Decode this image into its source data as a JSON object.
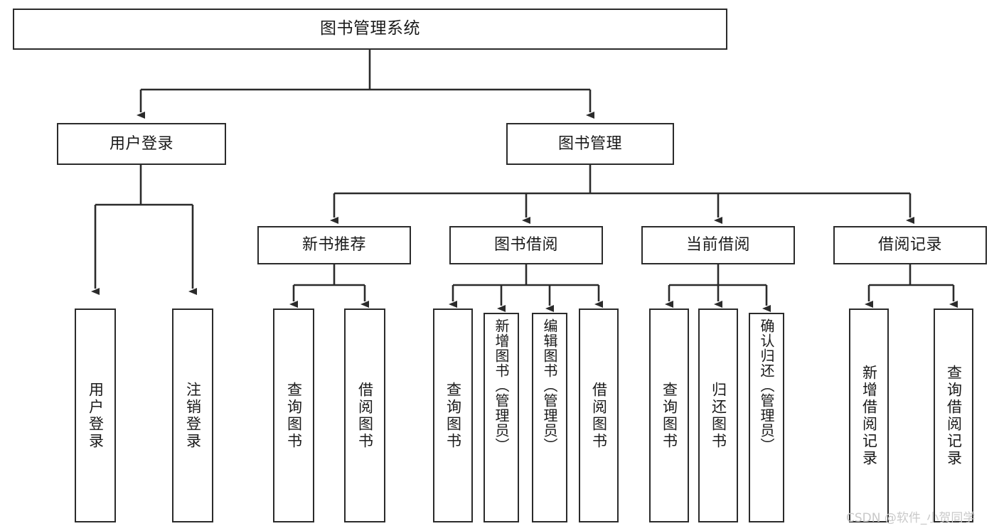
{
  "diagram": {
    "title": "图书管理系统",
    "type": "tree-hierarchy-diagram",
    "colors": {
      "background": "#ffffff",
      "node_fill": "#ffffff",
      "node_border": "#2b2b2b",
      "connector": "#2b2b2b",
      "text": "#1a1a1a",
      "watermark": "#c9c9c9"
    },
    "root": {
      "label": "图书管理系统"
    },
    "level2": [
      {
        "label": "用户登录"
      },
      {
        "label": "图书管理"
      }
    ],
    "level3": [
      {
        "label": "新书推荐"
      },
      {
        "label": "图书借阅"
      },
      {
        "label": "当前借阅"
      },
      {
        "label": "借阅记录"
      }
    ],
    "leaves": {
      "user_login": [
        {
          "label": "用户登录"
        },
        {
          "label": "注销登录"
        }
      ],
      "new_book_recommend": [
        {
          "label": "查询图书"
        },
        {
          "label": "借阅图书"
        }
      ],
      "book_borrow": [
        {
          "label": "查询图书"
        },
        {
          "label": "新增图书（管理员）"
        },
        {
          "label": "编辑图书（管理员）"
        },
        {
          "label": "借阅图书"
        }
      ],
      "current_borrow": [
        {
          "label": "查询图书"
        },
        {
          "label": "归还图书"
        },
        {
          "label": "确认归还（管理员）"
        }
      ],
      "borrow_record": [
        {
          "label": "新增借阅记录"
        },
        {
          "label": "查询借阅记录"
        }
      ]
    }
  },
  "watermark": {
    "text": "CSDN @软件_小贺同学"
  }
}
